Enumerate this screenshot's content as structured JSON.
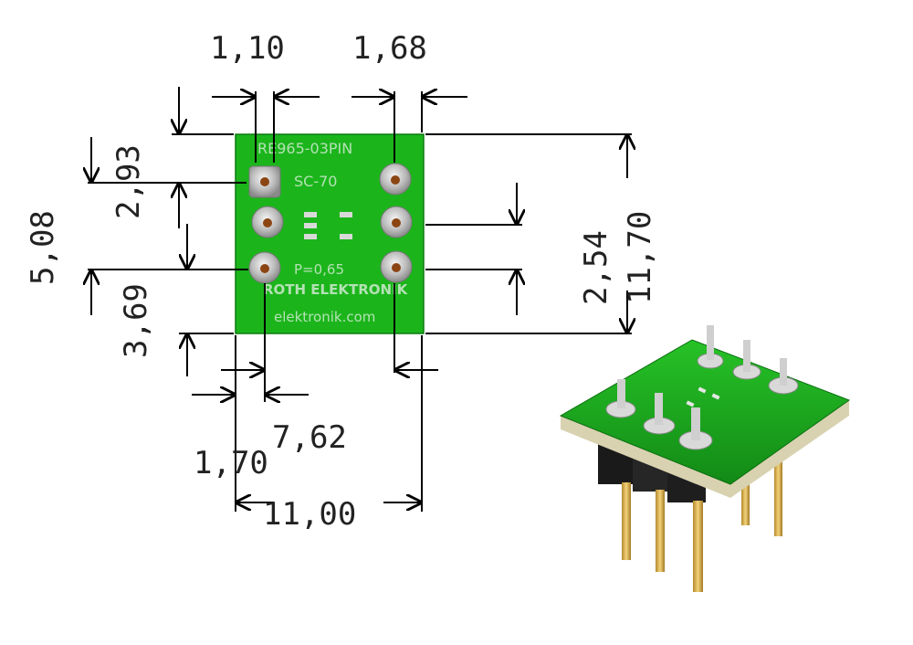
{
  "board": {
    "part_number": "RE965-03PIN",
    "package": "SC-70",
    "pitch": "P=0,65",
    "brand": "ROTH ELEKTRONIK",
    "web": "elektronik.com"
  },
  "dimensions": {
    "pad_width": "1,10",
    "pad_gap": "1,68",
    "top_offset": "2,93",
    "height_left": "5,08",
    "bottom_offset": "3,69",
    "height_right": "2,54",
    "total_height": "11,70",
    "pin_offset": "1,70",
    "pin_span": "7,62",
    "total_width": "11,00"
  },
  "colors": {
    "pcb": "#1bb51b",
    "pcb_dark": "#0f8f13",
    "pad": "#c8c8c8"
  }
}
